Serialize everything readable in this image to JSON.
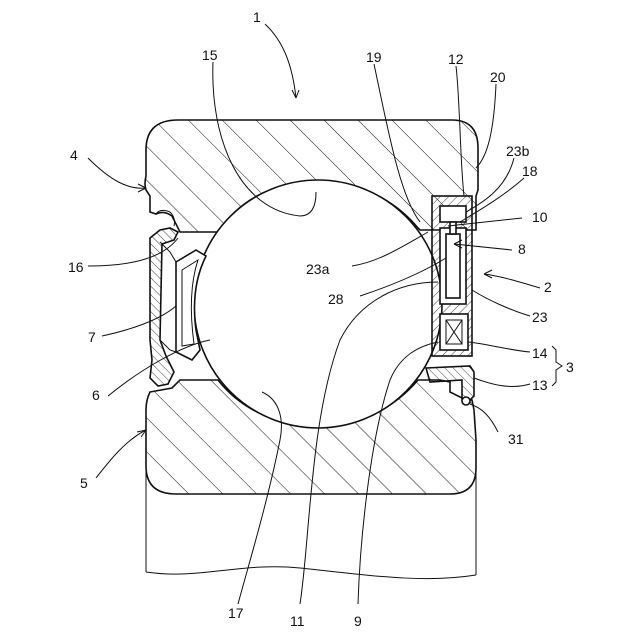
{
  "labels": {
    "l1": "1",
    "l2": "2",
    "l3": "3",
    "l4": "4",
    "l5": "5",
    "l6": "6",
    "l7": "7",
    "l8": "8",
    "l9": "9",
    "l10": "10",
    "l11": "11",
    "l12": "12",
    "l13": "13",
    "l14": "14",
    "l15": "15",
    "l16": "16",
    "l17": "17",
    "l18": "18",
    "l19": "19",
    "l20": "20",
    "l23": "23",
    "l23a": "23a",
    "l23b": "23b",
    "l28": "28",
    "l31": "31"
  },
  "colors": {
    "line": "#111111",
    "background": "#ffffff"
  }
}
